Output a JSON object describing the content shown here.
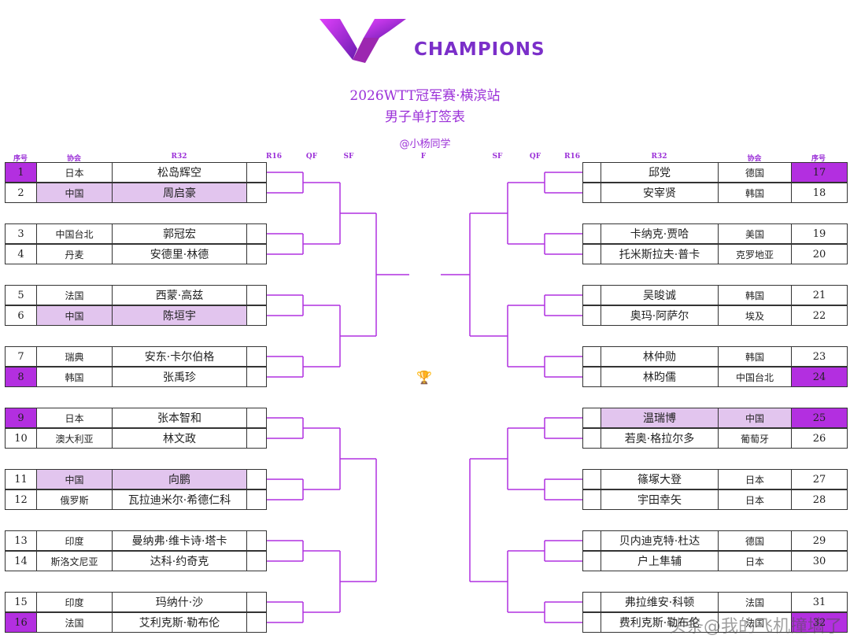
{
  "header": {
    "logo_text": "CHAMPIONS",
    "title_line1": "2026WTT冠军赛·横滨站",
    "title_line2": "男子单打签表",
    "credit": "@小杨同学"
  },
  "columns": {
    "left": {
      "seq": "序号",
      "assoc": "协会",
      "r32": "R32",
      "r16": "R16",
      "qf": "QF",
      "sf": "SF"
    },
    "final": "F",
    "right": {
      "sf": "SF",
      "qf": "QF",
      "r16": "R16",
      "r32": "R32",
      "assoc": "协会",
      "seq": "序号"
    }
  },
  "colors": {
    "accent": "#9b30d8",
    "seed_fill": "#b32fe0",
    "china_fill": "#e2c5ee",
    "line": "#b030e0"
  },
  "left_players": [
    {
      "seq": "1",
      "assoc": "日本",
      "name": "松岛辉空",
      "seed": true,
      "cn": false
    },
    {
      "seq": "2",
      "assoc": "中国",
      "name": "周启豪",
      "seed": false,
      "cn": true
    },
    {
      "seq": "3",
      "assoc": "中国台北",
      "name": "郭冠宏",
      "seed": false,
      "cn": false
    },
    {
      "seq": "4",
      "assoc": "丹麦",
      "name": "安德里·林德",
      "seed": false,
      "cn": false
    },
    {
      "seq": "5",
      "assoc": "法国",
      "name": "西蒙·高兹",
      "seed": false,
      "cn": false
    },
    {
      "seq": "6",
      "assoc": "中国",
      "name": "陈垣宇",
      "seed": false,
      "cn": true
    },
    {
      "seq": "7",
      "assoc": "瑞典",
      "name": "安东·卡尔伯格",
      "seed": false,
      "cn": false
    },
    {
      "seq": "8",
      "assoc": "韩国",
      "name": "张禹珍",
      "seed": true,
      "cn": false
    },
    {
      "seq": "9",
      "assoc": "日本",
      "name": "张本智和",
      "seed": true,
      "cn": false
    },
    {
      "seq": "10",
      "assoc": "澳大利亚",
      "name": "林文政",
      "seed": false,
      "cn": false
    },
    {
      "seq": "11",
      "assoc": "中国",
      "name": "向鹏",
      "seed": false,
      "cn": true
    },
    {
      "seq": "12",
      "assoc": "俄罗斯",
      "name": "瓦拉迪米尔·希德仁科",
      "seed": false,
      "cn": false
    },
    {
      "seq": "13",
      "assoc": "印度",
      "name": "曼纳弗·维卡诗·塔卡",
      "seed": false,
      "cn": false
    },
    {
      "seq": "14",
      "assoc": "斯洛文尼亚",
      "name": "达科·约奇克",
      "seed": false,
      "cn": false
    },
    {
      "seq": "15",
      "assoc": "印度",
      "name": "玛纳什·沙",
      "seed": false,
      "cn": false
    },
    {
      "seq": "16",
      "assoc": "法国",
      "name": "艾利克斯·勒布伦",
      "seed": true,
      "cn": false
    }
  ],
  "right_players": [
    {
      "seq": "17",
      "assoc": "德国",
      "name": "邱党",
      "seed": true,
      "cn": false
    },
    {
      "seq": "18",
      "assoc": "韩国",
      "name": "安宰贤",
      "seed": false,
      "cn": false
    },
    {
      "seq": "19",
      "assoc": "美国",
      "name": "卡纳克·贾哈",
      "seed": false,
      "cn": false
    },
    {
      "seq": "20",
      "assoc": "克罗地亚",
      "name": "托米斯拉夫·普卡",
      "seed": false,
      "cn": false
    },
    {
      "seq": "21",
      "assoc": "韩国",
      "name": "吴晙诚",
      "seed": false,
      "cn": false
    },
    {
      "seq": "22",
      "assoc": "埃及",
      "name": "奥玛·阿萨尔",
      "seed": false,
      "cn": false
    },
    {
      "seq": "23",
      "assoc": "韩国",
      "name": "林仲勋",
      "seed": false,
      "cn": false
    },
    {
      "seq": "24",
      "assoc": "中国台北",
      "name": "林昀儒",
      "seed": true,
      "cn": false
    },
    {
      "seq": "25",
      "assoc": "中国",
      "name": "温瑞博",
      "seed": true,
      "cn": true
    },
    {
      "seq": "26",
      "assoc": "葡萄牙",
      "name": "若奥·格拉尔多",
      "seed": false,
      "cn": false
    },
    {
      "seq": "27",
      "assoc": "日本",
      "name": "篠塚大登",
      "seed": false,
      "cn": false
    },
    {
      "seq": "28",
      "assoc": "日本",
      "name": "宇田幸矢",
      "seed": false,
      "cn": false
    },
    {
      "seq": "29",
      "assoc": "德国",
      "name": "贝内迪克特·杜达",
      "seed": false,
      "cn": false
    },
    {
      "seq": "30",
      "assoc": "日本",
      "name": "户上隼辅",
      "seed": false,
      "cn": false
    },
    {
      "seq": "31",
      "assoc": "法国",
      "name": "弗拉维安·科顿",
      "seed": false,
      "cn": false
    },
    {
      "seq": "32",
      "assoc": "法国",
      "name": "费利克斯·勒布伦",
      "seed": true,
      "cn": false
    }
  ],
  "watermark": "头条@我的飞机撞墙了"
}
